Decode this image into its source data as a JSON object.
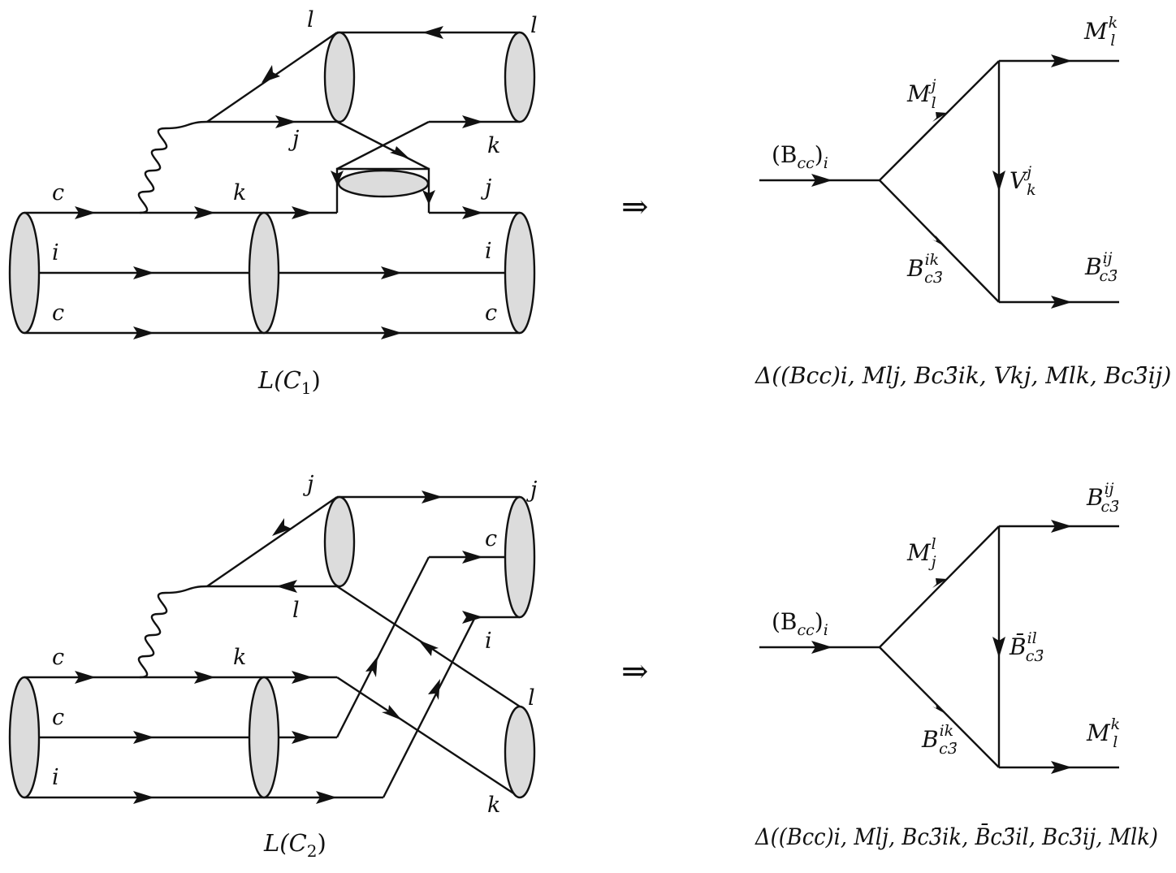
{
  "arrow_symbol": "⇒",
  "upper": {
    "quark_labels": {
      "c_top": "c",
      "i_mid": "i",
      "c_bot": "c",
      "l_left": "l",
      "l_right": "l",
      "j_mid": "j",
      "k_mid": "k",
      "k_right": "k",
      "j_right": "j",
      "i_right": "i",
      "c_right": "c"
    },
    "caption": {
      "pre": "L(C",
      "sub": "1",
      "post": ")"
    },
    "triangle": {
      "initial": {
        "main": "(B",
        "sub": "cc",
        "post": ")",
        "idx": "i"
      },
      "upper_leg": {
        "main": "M",
        "sup": "j",
        "sub": "l"
      },
      "lower_leg": {
        "main": "B",
        "sup": "ik",
        "sub": "c3̄"
      },
      "exchange": {
        "main": "V",
        "sup": "j",
        "sub": "k"
      },
      "final_top": {
        "main": "M",
        "sup": "k",
        "sub": "l"
      },
      "final_bot": {
        "main": "B",
        "sup": "ij",
        "sub": "c3̄"
      }
    },
    "amplitude": "Δ((Bcc)i, Mlj, Bc3̄ik, Vkj, Mlk, Bc3̄ij)"
  },
  "lower": {
    "quark_labels": {
      "c_top": "c",
      "c_mid": "c",
      "i_bot": "i",
      "j_left": "j",
      "j_right": "j",
      "l_mid": "l",
      "k_mid": "k",
      "c_right": "c",
      "i_right": "i",
      "l_right": "l",
      "k_right": "k"
    },
    "caption": {
      "pre": "L(C",
      "sub": "2",
      "post": ")"
    },
    "triangle": {
      "initial": {
        "main": "(B",
        "sub": "cc",
        "post": ")",
        "idx": "i"
      },
      "upper_leg": {
        "main": "M",
        "sup": "l",
        "sub": "j"
      },
      "lower_leg": {
        "main": "B",
        "sup": "ik",
        "sub": "c3̄"
      },
      "exchange": {
        "main": "B̄",
        "sup": "il",
        "sub": "c3̄"
      },
      "final_top": {
        "main": "B",
        "sup": "ij",
        "sub": "c3̄"
      },
      "final_bot": {
        "main": "M",
        "sup": "k",
        "sub": "l"
      }
    },
    "amplitude": "Δ((Bcc)i, Mlj, Bc3̄ik, B̄c3̄il, Bc3̄ij, Mlk)"
  }
}
